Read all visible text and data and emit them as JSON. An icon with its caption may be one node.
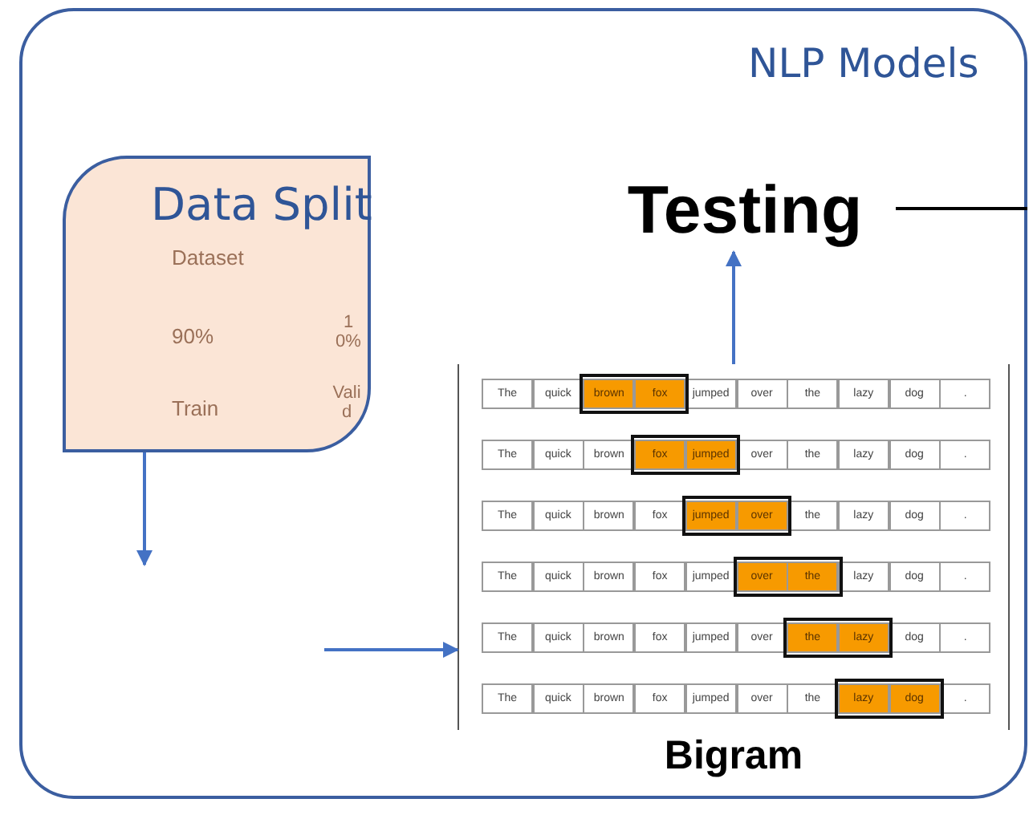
{
  "diagram": {
    "nodes": [
      {
        "text": [
          "NLP Models"
        ]
      },
      {
        "text": [
          "Data Split",
          "Dataset",
          "90%",
          "10%",
          "Train",
          "Valid"
        ],
        "in": 0
      },
      {
        "text": [
          "Testing"
        ],
        "in": 0
      },
      {
        "text": [
          "Bigram"
        ],
        "in": 0
      }
    ],
    "edges": [
      {
        "from": 1,
        "to": null,
        "arrow": "to"
      },
      {
        "from": null,
        "to": 3,
        "arrow": "to"
      },
      {
        "from": 3,
        "to": 2,
        "arrow": "to"
      },
      {
        "from": 2,
        "to": null,
        "arrow": "none",
        "color": "#000000"
      }
    ],
    "labels": [
      "The",
      "quick",
      "brown",
      "fox",
      "jumped",
      "over",
      "the",
      "lazy",
      "dog",
      ".",
      "The",
      "quick",
      "brown",
      "fox",
      "jumped",
      "over",
      "the",
      "lazy",
      "dog",
      ".",
      "The",
      "quick",
      "brown",
      "fox",
      "jumped",
      "over",
      "the",
      "lazy",
      "dog",
      ".",
      "The",
      "quick",
      "brown",
      "fox",
      "jumped",
      "over",
      "the",
      "lazy",
      "dog",
      ".",
      "The",
      "quick",
      "brown",
      "fox",
      "jumped",
      "over",
      "the",
      "lazy",
      "dog",
      ".",
      "The",
      "quick",
      "brown",
      "fox",
      "jumped",
      "over",
      "the",
      "lazy",
      "dog",
      "."
    ]
  }
}
